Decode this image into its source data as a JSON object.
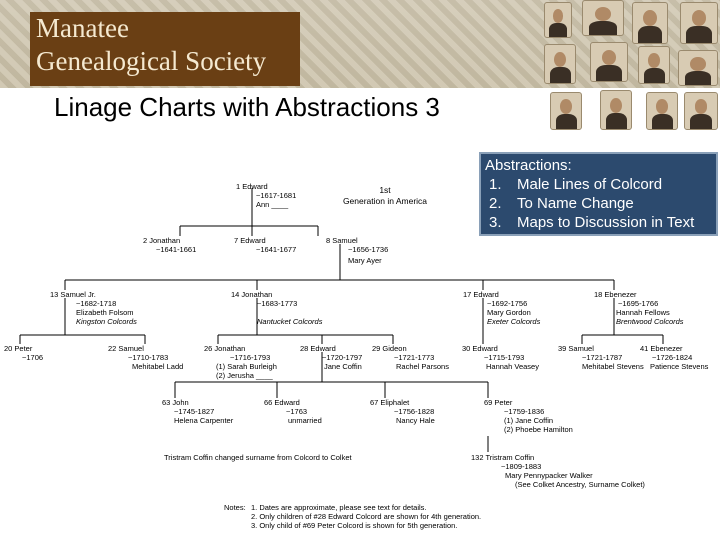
{
  "header": {
    "society_line1": "Manatee",
    "society_line2": "Genealogical Society",
    "title": "Linage Charts with Abstractions 3"
  },
  "abstractions": {
    "heading": "Abstractions:",
    "items": [
      {
        "num": "1.",
        "text": "Male Lines of Colcord"
      },
      {
        "num": "2.",
        "text": "To Name Change"
      },
      {
        "num": "3.",
        "text": "Maps to Discussion in Text"
      }
    ]
  },
  "chart": {
    "gen1_note": {
      "line1": "1st",
      "line2": "Generation in America"
    },
    "p1": {
      "name": "1 Edward",
      "dates": "~1617-1681",
      "spouse": "Ann ____"
    },
    "p2": {
      "name": "2 Jonathan",
      "dates": "~1641-1661"
    },
    "p7": {
      "name": "7 Edward",
      "dates": "~1641-1677"
    },
    "p8": {
      "name": "8 Samuel",
      "dates": "~1656-1736",
      "spouse": "Mary Ayer"
    },
    "p13": {
      "name": "13 Samuel Jr.",
      "dates": "~1682-1718",
      "spouse": "Elizabeth Folsom",
      "place": "Kingston Colcords"
    },
    "p14": {
      "name": "14 Jonathan",
      "dates": "~1683-1773",
      "place": "Nantucket Colcords"
    },
    "p17": {
      "name": "17 Edward",
      "dates": "~1692-1756",
      "spouse": "Mary Gordon",
      "place": "Exeter Colcords"
    },
    "p18": {
      "name": "18 Ebenezer",
      "dates": "~1695-1766",
      "spouse": "Hannah Fellows",
      "place": "Brentwood Colcords"
    },
    "p20": {
      "name": "20 Peter",
      "dates": "~1706"
    },
    "p22": {
      "name": "22 Samuel",
      "dates": "~1710-1783",
      "spouse": "Mehitabel Ladd"
    },
    "p26": {
      "name": "26 Jonathan",
      "dates": "~1716-1793",
      "spouse1": "(1) Sarah Burleigh",
      "spouse2": "(2) Jerusha ____"
    },
    "p28": {
      "name": "28 Edward",
      "dates": "~1720-1797",
      "spouse": "Jane Coffin"
    },
    "p29": {
      "name": "29 Gideon",
      "dates": "~1721-1773",
      "spouse": "Rachel Parsons"
    },
    "p30": {
      "name": "30 Edward",
      "dates": "~1715-1793",
      "spouse": "Hannah Veasey"
    },
    "p39": {
      "name": "39 Samuel",
      "dates": "~1721-1787",
      "spouse": "Mehitabel Stevens"
    },
    "p41": {
      "name": "41 Ebenezer",
      "dates": "~1726-1824",
      "spouse": "Patience Stevens"
    },
    "p63": {
      "name": "63 John",
      "dates": "~1745-1827",
      "spouse": "Helena Carpenter"
    },
    "p66": {
      "name": "66 Edward",
      "dates": "~1763",
      "spouse": "unmarried"
    },
    "p67": {
      "name": "67 Eliphalet",
      "dates": "~1756-1828",
      "spouse": "Nancy Hale"
    },
    "p69": {
      "name": "69 Peter",
      "dates": "~1759-1836",
      "spouse1": "(1) Jane Coffin",
      "spouse2": "(2) Phoebe Hamilton"
    },
    "p132": {
      "name": "132 Tristram Coffin",
      "dates": "~1809-1883",
      "spouse": "Mary Pennypacker Walker",
      "note": "(See Colket Ancestry, Surname Colket)"
    },
    "tristram_note": "Tristram Coffin changed surname from Colcord to Colket"
  },
  "notes": {
    "label": "Notes:",
    "items": [
      "1.  Dates are approximate, please see text for details.",
      "2.  Only children of #28 Edward Colcord are shown for 4th generation.",
      "3.  Only child of #69 Peter Colcord is shown for 5th generation."
    ]
  },
  "colors": {
    "society_bg": "#6a3f14",
    "abstract_bg": "#2c4a6e",
    "line": "#000000"
  }
}
